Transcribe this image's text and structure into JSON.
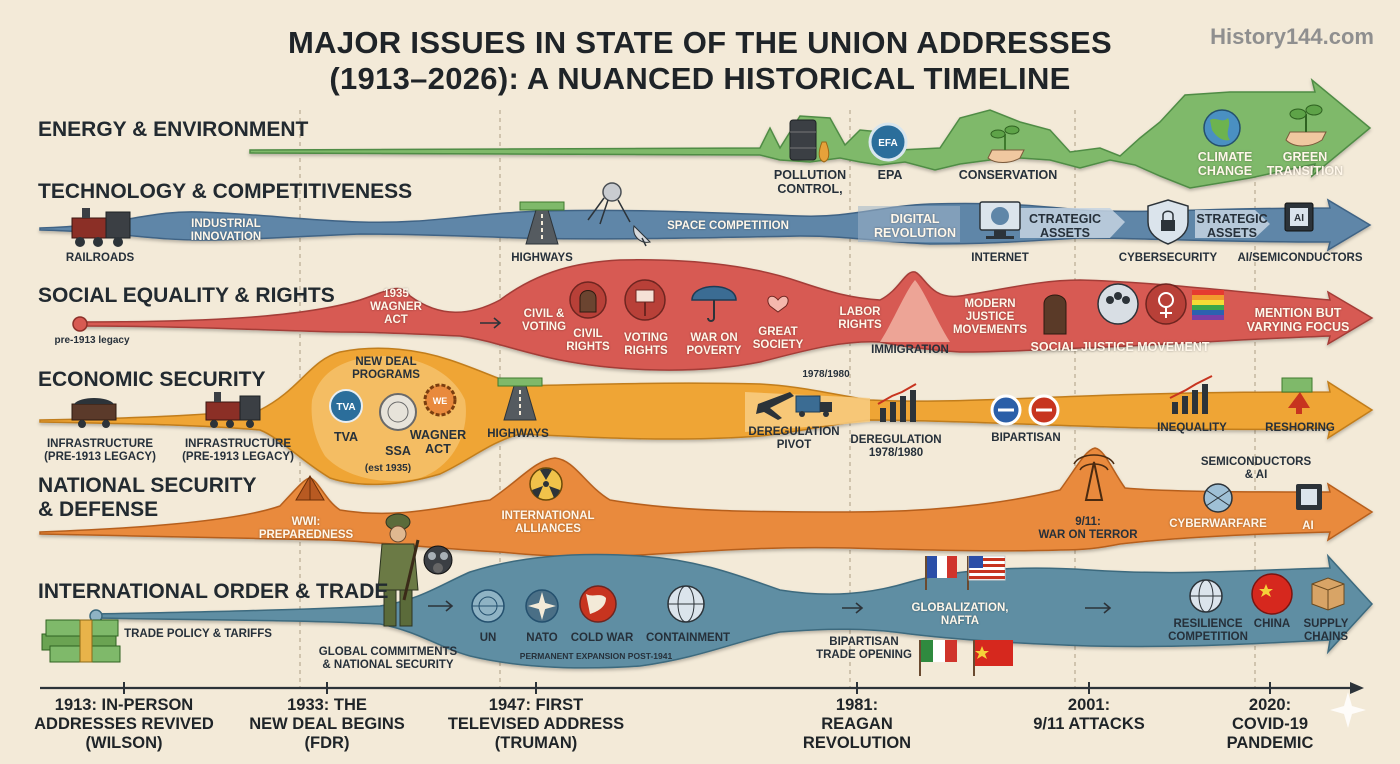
{
  "title_line1": "MAJOR ISSUES IN STATE OF THE UNION ADDRESSES",
  "title_line2": "(1913–2026): A NUANCED HISTORICAL TIMELINE",
  "site": "History144.com",
  "colors": {
    "energy": "#7fb96a",
    "technology": "#5f86a8",
    "social": "#d75a52",
    "economic": "#efa534",
    "national": "#e98a3d",
    "international": "#5e8ea3",
    "background": "#f3ead8"
  },
  "bands": {
    "energy": "ENERGY & ENVIRONMENT",
    "technology": "TECHNOLOGY & COMPETITIVENESS",
    "social": "SOCIAL EQUALITY & RIGHTS",
    "economic": "ECONOMIC SECURITY",
    "national_1": "NATIONAL SECURITY",
    "national_2": "& DEFENSE",
    "international": "INTERNATIONAL ORDER & TRADE"
  },
  "labels": {
    "pollution_1": "POLLUTION",
    "pollution_2": "CONTROL,",
    "epa": "EPA",
    "epa_badge": "EFA",
    "conservation": "CONSERVATION",
    "climate_1": "CLIMATE",
    "climate_2": "CHANGE",
    "green_1": "GREEN",
    "green_2": "TRANSITION",
    "railroads": "RAILROADS",
    "industrial_1": "INDUSTRIAL",
    "industrial_2": "INNOVATION",
    "highways_tech": "HIGHWAYS",
    "space": "SPACE COMPETITION",
    "digital_1": "DIGITAL",
    "digital_2": "REVOLUTION",
    "ctrategic_1": "CTRATEGIC",
    "ctrategic_2": "ASSETS",
    "internet": "INTERNET",
    "cyber_sec": "CYBERSECURITY",
    "strategic_1": "STRATEGIC",
    "strategic_2": "ASSETS",
    "ai_semis": "AI/SEMICONDUCTORS",
    "ai_chip": "AI",
    "pre1913": "pre-1913 legacy",
    "wagner1935_1": "1935",
    "wagner1935_2": "WAGNER",
    "wagner1935_3": "ACT",
    "civil_voting_1": "CIVIL &",
    "civil_voting_2": "VOTING",
    "civil_rights_1": "CIVIL",
    "civil_rights_2": "RIGHTS",
    "voting_rights_1": "VOTING",
    "voting_rights_2": "RIGHTS",
    "war_poverty_1": "WAR ON",
    "war_poverty_2": "POVERTY",
    "great_society_1": "GREAT",
    "great_society_2": "SOCIETY",
    "labor_1": "LABOR",
    "labor_2": "RIGHTS",
    "immigration": "IMMIGRATION",
    "modern_1": "MODERN",
    "modern_2": "JUSTICE",
    "modern_3": "MOVEMENTS",
    "sjm": "SOCIAL JUSTICE MOVEMENT",
    "mention_1": "MENTION BUT",
    "mention_2": "VARYING FOCUS",
    "infra1_1": "INFRASTRUCTURE",
    "infra1_2": "(PRE-1913 LEGACY)",
    "infra2_1": "INFRASTRUCTURE",
    "infra2_2": "(PRE-1913 LEGACY)",
    "newdeal_1": "NEW DEAL",
    "newdeal_2": "PROGRAMS",
    "tva": "TVA",
    "tva_badge": "TVA",
    "ssa": "SSA",
    "wagner_1": "WAGNER",
    "wagner_2": "ACT",
    "wagner_badge": "WE",
    "est1935": "(est 1935)",
    "highways_econ": "HIGHWAYS",
    "dereg_pivot_1": "DEREGULATION",
    "dereg_pivot_2": "PIVOT",
    "dereg_year_top": "1978/1980",
    "dereg_1": "DEREGULATION",
    "dereg_2": "1978/1980",
    "bipartisan": "BIPARTISAN",
    "inequality": "INEQUALITY",
    "reshoring": "RESHORING",
    "ww1_1": "WWI:",
    "ww1_2": "PREPAREDNESS",
    "intl_alliances_1": "INTERNATIONAL",
    "intl_alliances_2": "ALLIANCES",
    "wot_1": "9/11:",
    "wot_2": "WAR ON TERROR",
    "semis_1": "SEMICONDUCTORS",
    "semis_2": "& AI",
    "cyberwarfare": "CYBERWARFARE",
    "ai_nat": "AI",
    "trade_policy": "TRADE POLICY & TARIFFS",
    "global_1": "GLOBAL COMMITMENTS",
    "global_2": "& NATIONAL SECURITY",
    "un": "UN",
    "nato": "NATO",
    "cold_war": "COLD WAR",
    "containment": "CONTAINMENT",
    "permanent": "PERMANENT EXPANSION POST-1941",
    "bipartisan_trade_1": "BIPARTISAN",
    "bipartisan_trade_2": "TRADE OPENING",
    "globalization_1": "GLOBALIZATION,",
    "globalization_2": "NAFTA",
    "resilience_1": "RESILIENCE",
    "resilience_2": "COMPETITION",
    "china": "CHINA",
    "supply_1": "SUPPLY",
    "supply_2": "CHAINS"
  },
  "milestones": [
    {
      "l1": "1913: IN-PERSON",
      "l2": "ADDRESSES REVIVED",
      "l3": "(WILSON)"
    },
    {
      "l1": "1933: THE",
      "l2": "NEW DEAL BEGINS",
      "l3": "(FDR)"
    },
    {
      "l1": "1947: FIRST",
      "l2": "TELEVISED ADDRESS",
      "l3": "(TRUMAN)"
    },
    {
      "l1": "1981:",
      "l2": "REAGAN",
      "l3": "REVOLUTION"
    },
    {
      "l1": "2001:",
      "l2": "9/11 ATTACKS",
      "l3": ""
    },
    {
      "l1": "2020:",
      "l2": "COVID-19",
      "l3": "PANDEMIC"
    }
  ]
}
